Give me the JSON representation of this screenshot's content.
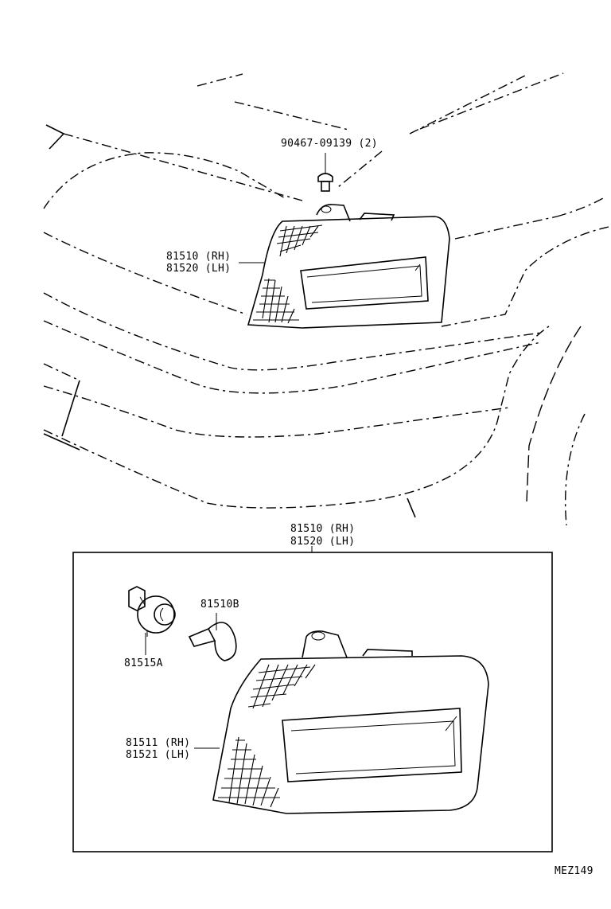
{
  "labels": {
    "screw_part": "90467-09139 (2)",
    "lamp_assy_rh": "81510 (RH)",
    "lamp_assy_lh": "81520 (LH)",
    "box_assy_rh": "81510 (RH)",
    "box_assy_lh": "81520 (LH)",
    "bulb_part": "81510B",
    "socket_part": "81515A",
    "lens_rh": "81511 (RH)",
    "lens_lh": "81521 (LH)",
    "diagram_code": "MEZ149"
  }
}
